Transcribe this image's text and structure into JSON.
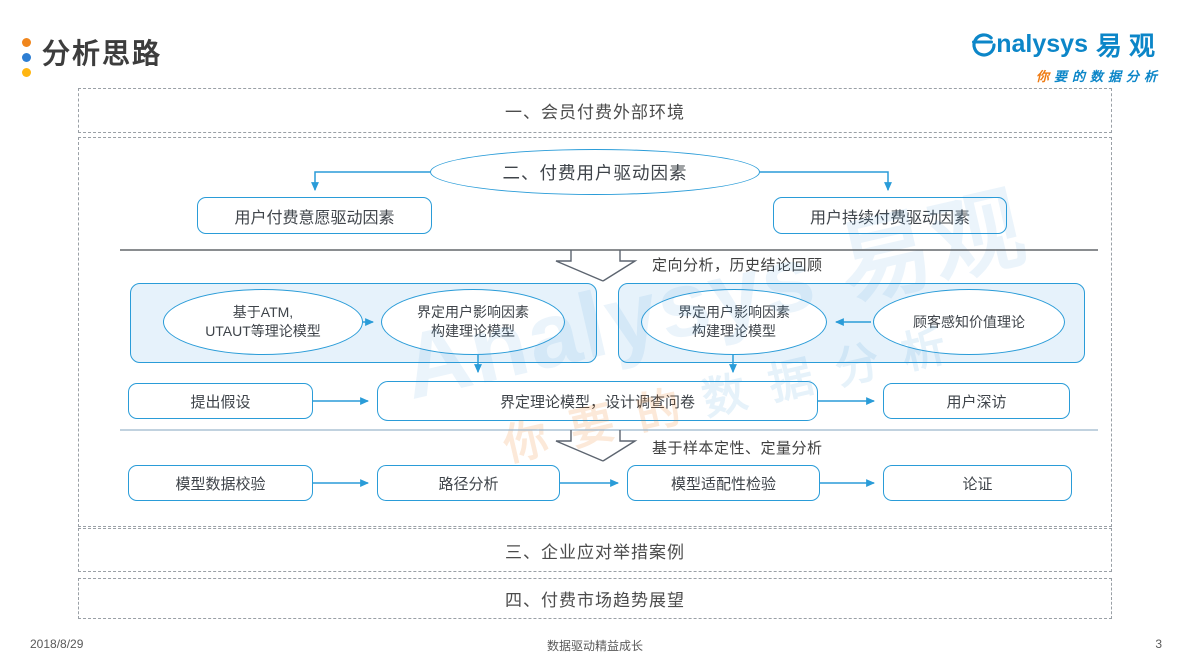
{
  "header": {
    "title": "分析思路",
    "logo": {
      "brand": "nalysys",
      "brand_cn": "易观",
      "tagline_first": "你",
      "tagline_rest": "要的数据分析"
    }
  },
  "sections": {
    "one": "一、会员付费外部环境",
    "three": "三、企业应对举措案例",
    "four": "四、付费市场趋势展望"
  },
  "flow": {
    "main": "二、付费用户驱动因素",
    "branch_left": "用户付费意愿驱动因素",
    "branch_right": "用户持续付费驱动因素",
    "note1": "定向分析，历史结论回顾",
    "atm_line1": "基于ATM,",
    "atm_line2": "UTAUT等理论模型",
    "define_line1": "界定用户影响因素",
    "define_line2": "构建理论模型",
    "cpv": "顾客感知价值理论",
    "hypothesis": "提出假设",
    "design": "界定理论模型，设计调查问卷",
    "interview": "用户深访",
    "note2": "基于样本定性、定量分析",
    "validate": "模型数据校验",
    "path": "路径分析",
    "fit": "模型适配性检验",
    "argue": "论证"
  },
  "watermark": {
    "line1": "Analysys 易观",
    "line2_first": "你要的",
    "line2_rest": "数据分析"
  },
  "footer": {
    "date": "2018/8/29",
    "center": "数据驱动精益成长",
    "page": "3"
  },
  "colors": {
    "accent": "#2a9cd8",
    "panel": "#e6f2fb",
    "logo_blue": "#0c86c8",
    "logo_orange": "#ef7b12"
  }
}
